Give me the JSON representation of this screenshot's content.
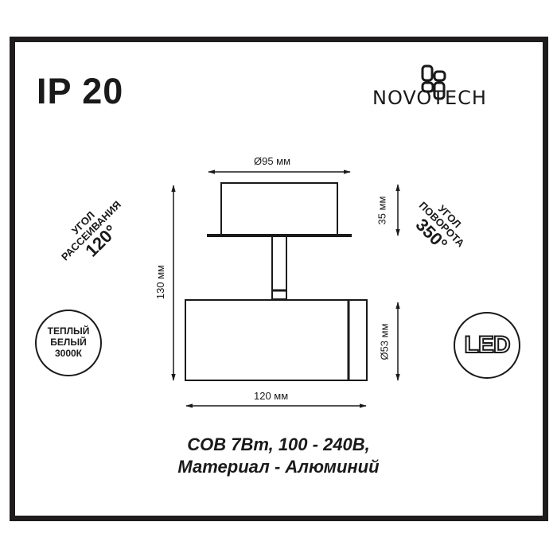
{
  "header": {
    "ip_rating": "IP 20",
    "brand": "NOVOTECH"
  },
  "dimensions": {
    "top_diameter": "Ø95 мм",
    "base_height": "35 мм",
    "total_height": "130 мм",
    "head_diameter": "Ø53 мм",
    "head_length": "120 мм"
  },
  "beam_angle": {
    "line1": "УГОЛ",
    "line2": "РАССЕИВАНИЯ",
    "value": "120°"
  },
  "rotation_angle": {
    "line1": "УГОЛ",
    "line2": "ПОВОРОТА",
    "value": "350°"
  },
  "color_temp_badge": {
    "line1": "ТЕПЛЫЙ",
    "line2": "БЕЛЫЙ",
    "line3": "3000К"
  },
  "led_badge": {
    "label": "LED"
  },
  "specs": {
    "line1": "COB 7Вт, 100 - 240В,",
    "line2": "Материал - Алюминий"
  },
  "colors": {
    "frame": "#1e1c1d",
    "ink": "#1a1a1a",
    "background": "#ffffff"
  }
}
